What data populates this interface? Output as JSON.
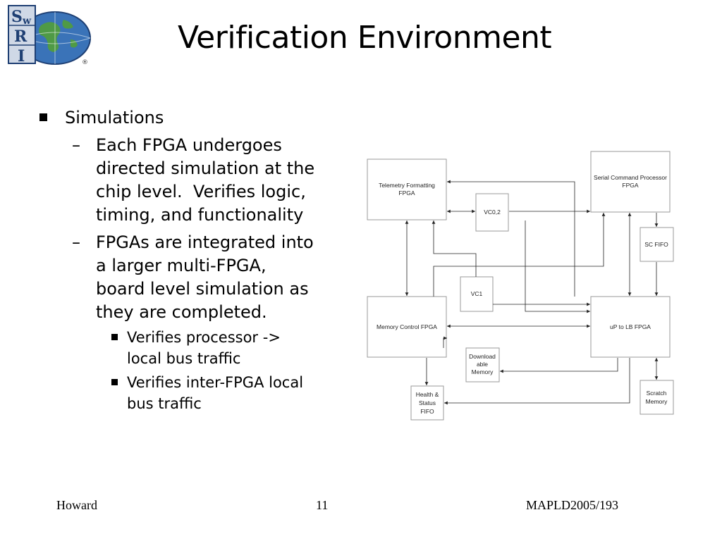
{
  "header": {
    "title": "Verification Environment",
    "logo": {
      "letters": [
        "S",
        "w",
        "R",
        "I"
      ],
      "registered": "®"
    }
  },
  "bullets": {
    "level1": "Simulations",
    "level2": [
      {
        "dash": "–",
        "lines": [
          "Each FPGA undergoes",
          "directed simulation at the",
          "chip level.  Verifies logic,",
          "timing, and functionality"
        ]
      },
      {
        "dash": "–",
        "lines": [
          "FPGAs are integrated into",
          "a larger multi-FPGA,",
          "board level simulation as",
          "they are completed."
        ]
      }
    ],
    "level3": [
      {
        "lines": [
          "Verifies processor ->",
          "local bus traffic"
        ]
      },
      {
        "lines": [
          "Verifies inter-FPGA local",
          "bus traffic"
        ]
      }
    ]
  },
  "diagram": {
    "blocks": {
      "telemetry": [
        "Telemetry Formatting",
        "FPGA"
      ],
      "serial_cmd": [
        "Serial Command Processor",
        "FPGA"
      ],
      "vc02": [
        "VC0,2"
      ],
      "sc_fifo": [
        "SC FIFO"
      ],
      "vc1": [
        "VC1"
      ],
      "memory_ctrl": [
        "Memory Control FPGA"
      ],
      "up_lb": [
        "uP to LB FPGA"
      ],
      "download_mem": [
        "Download",
        "able",
        "Memory"
      ],
      "health_fifo": [
        "Health &",
        "Status",
        "FIFO"
      ],
      "scratch_mem": [
        "Scratch",
        "Memory"
      ]
    }
  },
  "footer": {
    "author": "Howard",
    "page": "11",
    "reference": "MAPLD2005/193"
  }
}
